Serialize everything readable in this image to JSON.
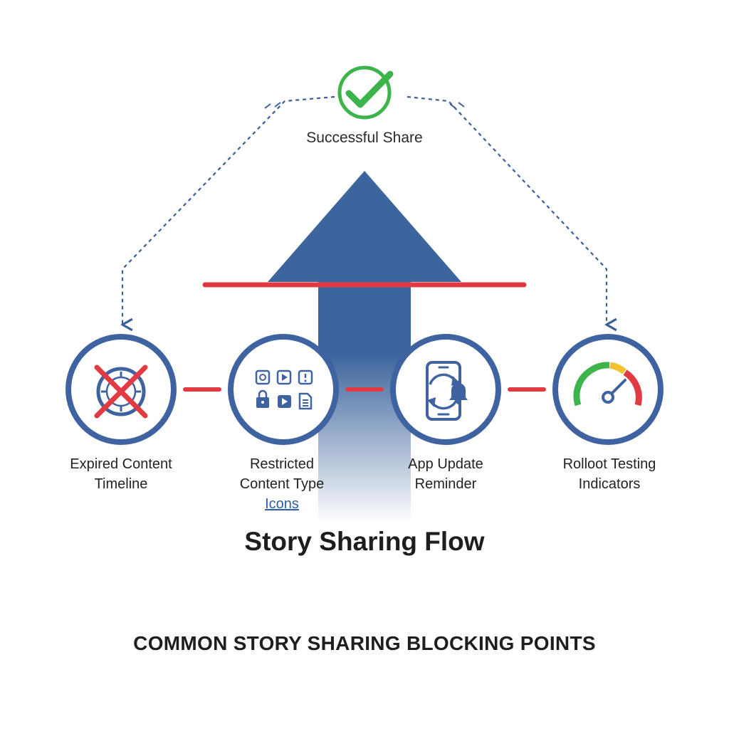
{
  "success": {
    "label": "Successful Share",
    "icon": "check-circle-icon",
    "color": "#3cb44b"
  },
  "blocking_points": [
    {
      "lines": [
        "Expired Content",
        "Timeline"
      ],
      "icon": "crossed-clock-icon"
    },
    {
      "lines": [
        "Restricted",
        "Content Type"
      ],
      "link": "Icons",
      "icon": "restricted-media-icons"
    },
    {
      "lines": [
        "App Update",
        "Reminder"
      ],
      "icon": "phone-update-bell-icon"
    },
    {
      "lines": [
        "Rolloot Testing",
        "Indicators"
      ],
      "icon": "gauge-icon"
    }
  ],
  "flow_title": "Story Sharing Flow",
  "footer_title": "COMMON STORY SHARING BLOCKING POINTS",
  "colors": {
    "primary_blue": "#3d659d",
    "ring_blue": "#3f63a0",
    "blocker_red": "#e23a43",
    "success_green": "#3cb44b",
    "gauge_yellow": "#f2c230"
  }
}
